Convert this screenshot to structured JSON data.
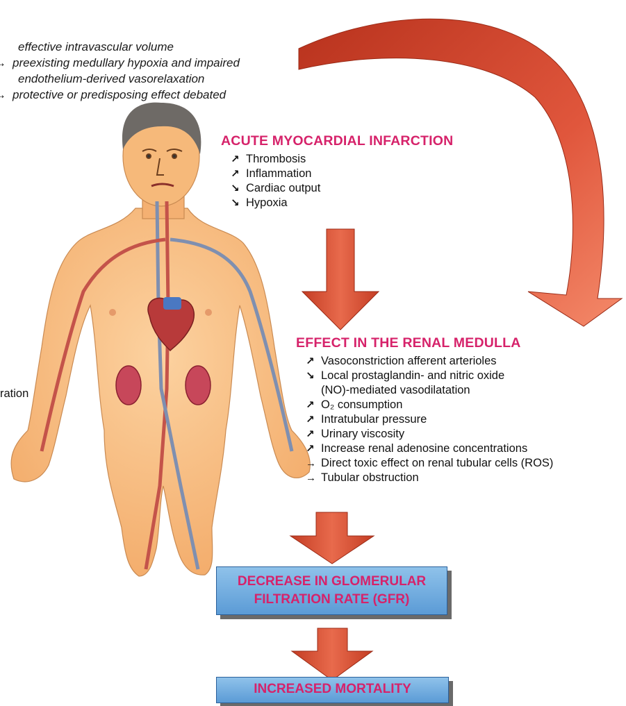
{
  "left_notes": [
    {
      "arrow": "",
      "text": "effective intravascular volume"
    },
    {
      "arrow": "→",
      "text": "preexisting medullary hypoxia and impaired"
    },
    {
      "arrow": "",
      "text": "endothelium-derived vasorelaxation"
    },
    {
      "arrow": "→",
      "text": "protective or predisposing effect debated"
    }
  ],
  "cutoff_label": "ration",
  "ami": {
    "title": "ACUTE MYOCARDIAL INFARCTION",
    "items": [
      {
        "arrow": "↗",
        "text": "Thrombosis"
      },
      {
        "arrow": "↗",
        "text": "Inflammation"
      },
      {
        "arrow": "↘",
        "text": "Cardiac output"
      },
      {
        "arrow": "↘",
        "text": "Hypoxia"
      }
    ]
  },
  "renal": {
    "title": "EFFECT IN THE RENAL MEDULLA",
    "items": [
      {
        "arrow": "↗",
        "text": "Vasoconstriction afferent arterioles"
      },
      {
        "arrow": "↘",
        "text": "Local prostaglandin- and nitric oxide"
      },
      {
        "arrow": "",
        "text": "(NO)-mediated vasodilatation"
      },
      {
        "arrow": "↗",
        "text": "O₂ consumption"
      },
      {
        "arrow": "↗",
        "text": "Intratubular pressure"
      },
      {
        "arrow": "↗",
        "text": "Urinary viscosity"
      },
      {
        "arrow": "↗",
        "text": "Increase renal adenosine concentrations"
      },
      {
        "arrow": "→",
        "text": "Direct toxic effect on renal tubular cells (ROS)"
      },
      {
        "arrow": "→",
        "text": "Tubular obstruction"
      }
    ]
  },
  "gfr_box": {
    "line1": "DECREASE IN GLOMERULAR",
    "line2": "FILTRATION RATE (GFR)"
  },
  "mortality_box": {
    "text": "INCREASED MORTALITY"
  },
  "colors": {
    "heading": "#d6226a",
    "arrow_fill": "#d9533a",
    "box_fill": "#6aa8de",
    "skin": "#f6b97a"
  }
}
